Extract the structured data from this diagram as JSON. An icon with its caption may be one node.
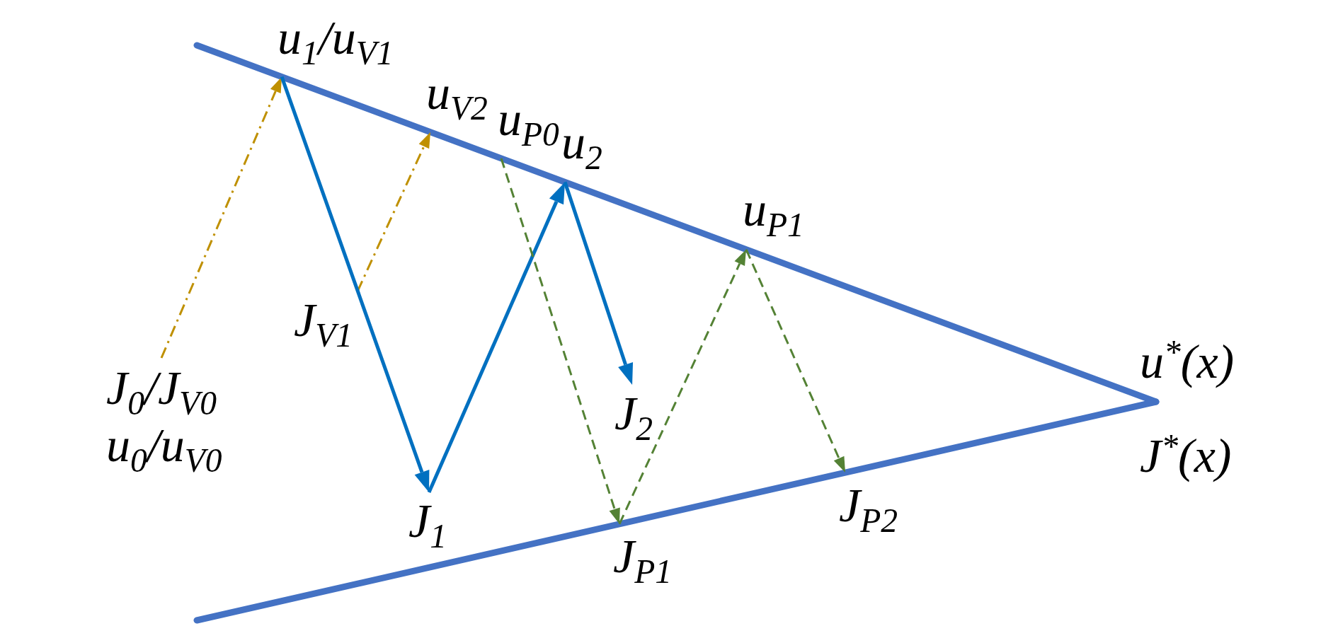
{
  "diagram": {
    "nodes": [
      {
        "text": [
          "u$_{1}$/u$_{V1}$"
        ]
      },
      {
        "text": [
          "u$_{V2}$"
        ]
      },
      {
        "text": [
          "u$_{P0}$"
        ]
      },
      {
        "text": [
          "u$_{2}$"
        ]
      },
      {
        "text": [
          "u$_{P1}$"
        ]
      },
      {
        "text": [
          "J$_{V1}$"
        ]
      },
      {
        "text": [
          "J$_{0}$/J$_{V0}$",
          "u$_{0}$/u$_{V0}$"
        ]
      },
      {
        "text": [
          "J$_{2}$"
        ]
      },
      {
        "text": [
          "J$_{1}$"
        ]
      },
      {
        "text": [
          "J$_{P2}$"
        ]
      },
      {
        "text": [
          "J$_{P1}$"
        ]
      }
    ],
    "edges": [
      {
        "from": 6,
        "to": 0,
        "arrow": "to",
        "style": "dashed",
        "color": "#bf9000"
      },
      {
        "from": 5,
        "to": 1,
        "arrow": "to",
        "style": "dashed",
        "color": "#bf9000"
      },
      {
        "from": 0,
        "to": 8,
        "arrow": "to"
      },
      {
        "from": 8,
        "to": 3,
        "arrow": "to"
      },
      {
        "from": 3,
        "to": 7,
        "arrow": "to"
      },
      {
        "from": 2,
        "to": 10,
        "arrow": "to",
        "style": "dashed",
        "color": "#548235"
      },
      {
        "from": 10,
        "to": 4,
        "arrow": "to",
        "style": "dashed",
        "color": "#548235"
      },
      {
        "from": 4,
        "to": 9,
        "arrow": "to",
        "style": "dashed",
        "color": "#548235"
      }
    ],
    "labels": [
      "u$^{*}$(x)",
      "J$^{*}$(x)"
    ]
  }
}
